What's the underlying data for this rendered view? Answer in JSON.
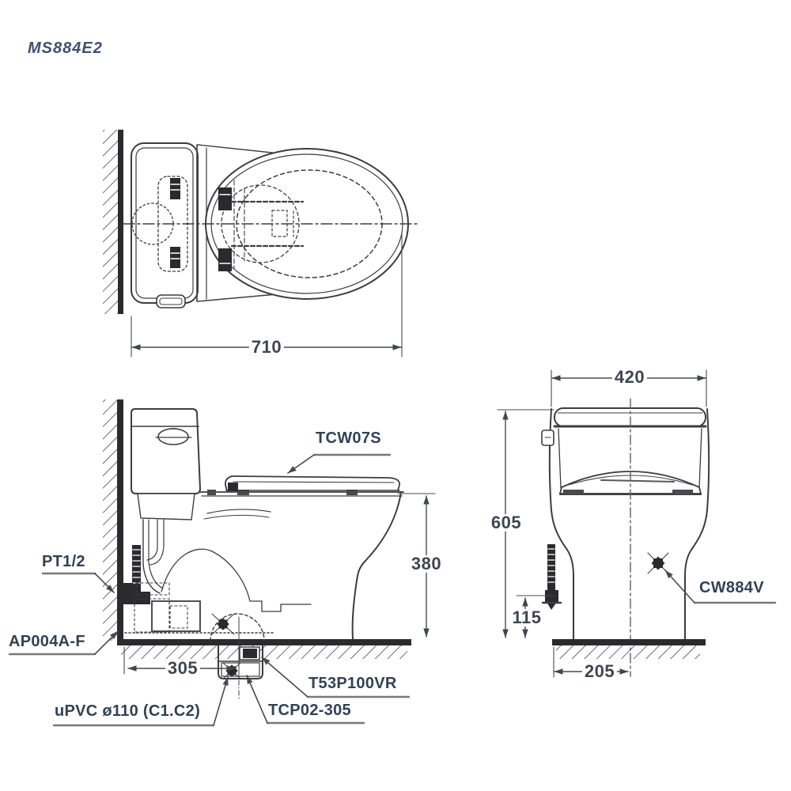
{
  "title": "MS884E2",
  "drawing_type": "toilet technical dimension drawing (plan, side elevation, front elevation)",
  "top_view": {
    "dim_width_overall": "710"
  },
  "side_view": {
    "label_seat_unit": "TCW07S",
    "label_supply_thread": "PT1/2",
    "label_angle_valve": "AP004A-F",
    "label_drain_pipe": "uPVC ø110 (C1.C2)",
    "label_flange": "TCP02-305",
    "label_connector": "T53P100VR",
    "dim_rim_height": "380",
    "dim_outlet_from_wall": "305"
  },
  "front_view": {
    "label_bowl_unit": "CW884V",
    "dim_width": "420",
    "dim_height": "605",
    "dim_supply_height": "115",
    "dim_base_to_center": "205"
  },
  "colors": {
    "line": "#3d3d40",
    "dark_fill": "#2b2b2e",
    "part_label_text": "#2f4257",
    "dimension_text": "#3f4650",
    "title_text": "#3d5174",
    "leader_underline": "#787878",
    "background": "#ffffff"
  }
}
